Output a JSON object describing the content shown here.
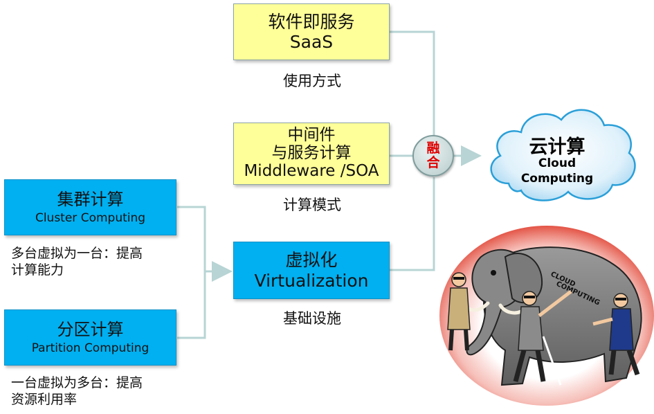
{
  "saas": {
    "line1": "软件即服务",
    "line2": "SaaS",
    "caption": "使用方式"
  },
  "middleware": {
    "line1": "中间件",
    "line2": "与服务计算",
    "line3": "Middleware /SOA",
    "caption": "计算模式"
  },
  "virtualization": {
    "line1": "虚拟化",
    "line2": "Virtualization",
    "caption": "基础设施"
  },
  "cluster": {
    "title": "集群计算",
    "subtitle": "Cluster Computing",
    "note_line1": "多台虚拟为一台：提高",
    "note_line2": "计算能力"
  },
  "partition": {
    "title": "分区计算",
    "subtitle": "Partition Computing",
    "note_line1": "一台虚拟为多台：提高",
    "note_line2": "资源利用率"
  },
  "fusion": {
    "char1": "融",
    "char2": "合"
  },
  "cloud": {
    "title": "云计算",
    "subtitle_line1": "Cloud",
    "subtitle_line2": "Computing"
  },
  "illustration": {
    "label_line1": "CLOUD",
    "label_line2": "COMPUTING"
  },
  "colors": {
    "yellow_box": "#ffff99",
    "blue_box": "#00b0f0",
    "connector": "#b8d4d4",
    "fusion_text": "#e00000",
    "cloud_fill": "#dff1fb"
  }
}
